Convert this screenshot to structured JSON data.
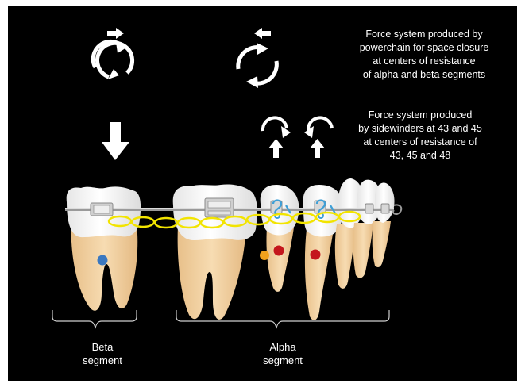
{
  "captions": {
    "powerchain": [
      "Force system produced  by",
      "powerchain for space closure",
      "at centers of resistance",
      "of alpha and beta segments"
    ],
    "sidewinders": [
      "Force system produced",
      "by sidewinders at 43 and 45",
      "at centers of resistance of",
      "43, 45 and 48"
    ]
  },
  "segments": {
    "beta": [
      "Beta",
      "segment"
    ],
    "alpha": [
      "Alpha",
      "segment"
    ]
  },
  "colors": {
    "background": "#000000",
    "tooth_crown": "#ffffff",
    "tooth_root": "#f3d4a6",
    "powerchain": "#f2e400",
    "archwire": "#b8b8b8",
    "sidewinder": "#3f9fd6",
    "center_beta": "#3a78c0",
    "center_alpha": "#c4161c",
    "center_43": "#f2a11c"
  }
}
